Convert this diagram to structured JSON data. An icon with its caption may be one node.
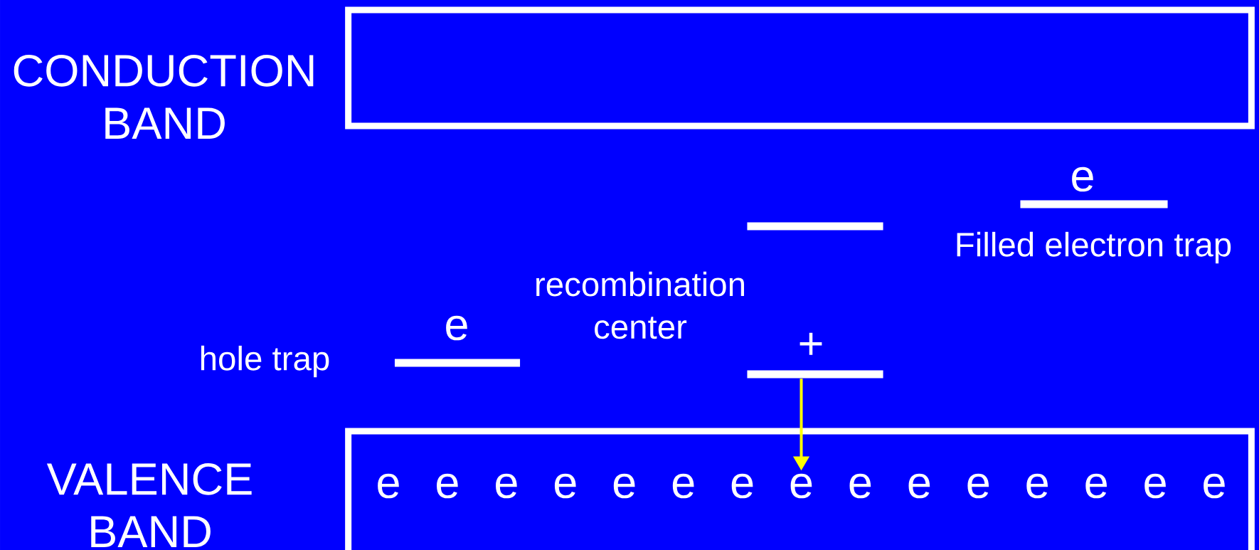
{
  "diagram": {
    "nodes": [
      {
        "text": [
          "CONDUCTION BAND"
        ]
      },
      {
        "text": [
          "e"
        ],
        "beside": [
          "Filled electron trap"
        ]
      },
      {
        "text": [],
        "shape": "bar"
      },
      {
        "text": [
          "e"
        ],
        "beside": [
          "hole trap"
        ]
      },
      {
        "text": [
          "+"
        ]
      },
      {
        "text": [
          "VALENCE BAND"
        ]
      },
      {
        "text": [
          "e"
        ],
        "in": 5
      },
      {
        "text": [
          "e"
        ],
        "in": 5
      },
      {
        "text": [
          "e"
        ],
        "in": 5
      },
      {
        "text": [
          "e"
        ],
        "in": 5
      },
      {
        "text": [
          "e"
        ],
        "in": 5
      },
      {
        "text": [
          "e"
        ],
        "in": 5
      },
      {
        "text": [
          "e"
        ],
        "in": 5
      },
      {
        "text": [
          "e"
        ],
        "in": 5
      },
      {
        "text": [
          "e"
        ],
        "in": 5
      },
      {
        "text": [
          "e"
        ],
        "in": 5
      },
      {
        "text": [
          "e"
        ],
        "in": 5
      },
      {
        "text": [
          "e"
        ],
        "in": 5
      },
      {
        "text": [
          "e"
        ],
        "in": 5
      },
      {
        "text": [
          "e"
        ],
        "in": 5
      },
      {
        "text": [
          "e"
        ],
        "in": 5
      }
    ],
    "edges": [
      {
        "from": 4,
        "to": 13,
        "arrow": "to",
        "color": "#ffff00"
      }
    ],
    "labels": [
      "recombination center"
    ]
  }
}
